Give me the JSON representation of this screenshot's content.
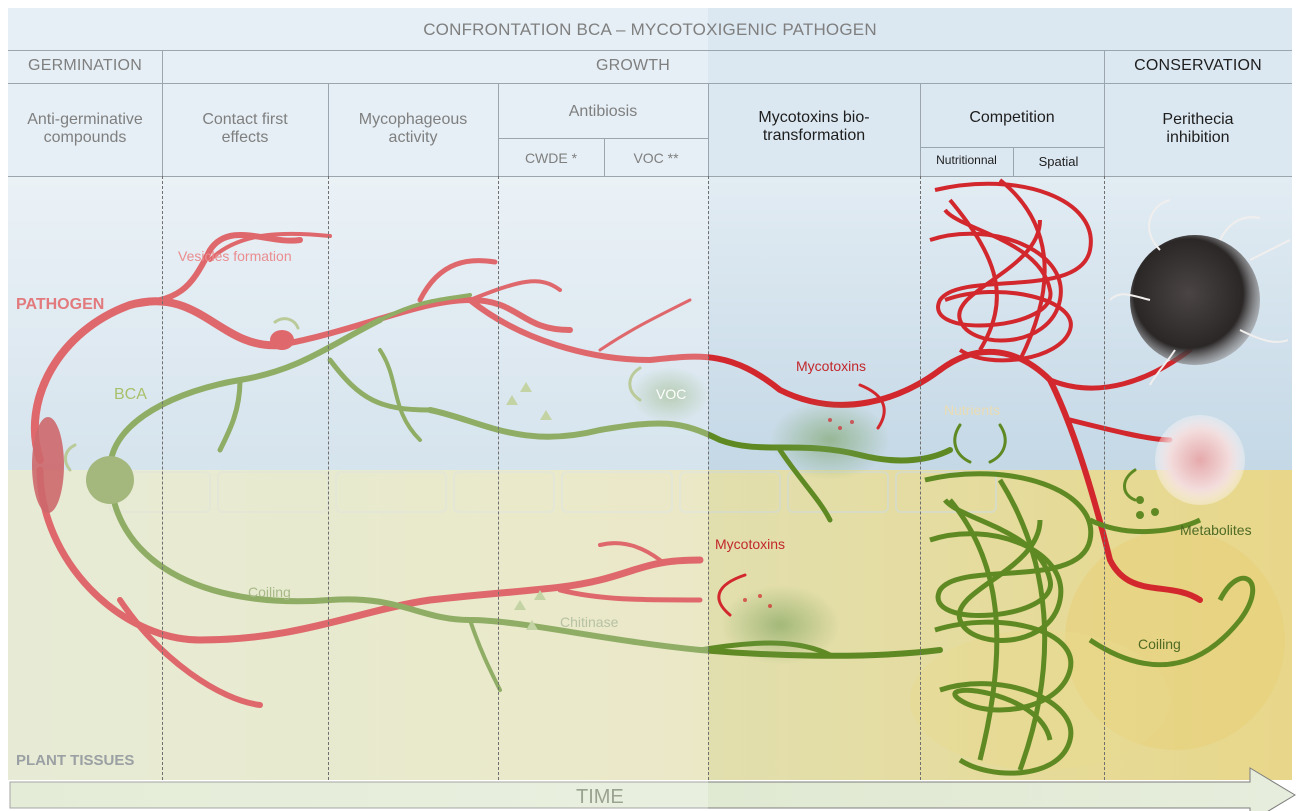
{
  "header": {
    "title": "CONFRONTATION BCA – MYCOTOXIGENIC PATHOGEN",
    "phases": {
      "germination": "GERMINATION",
      "growth": "GROWTH",
      "conservation": "CONSERVATION"
    },
    "mechanisms": {
      "anti_germinative": "Anti-germinative compounds",
      "contact": "Contact first effects",
      "mycophageous": "Mycophageous activity",
      "antibiosis": "Antibiosis",
      "cwde": "CWDE *",
      "voc": "VOC **",
      "biotransformation": "Mycotoxins bio-transformation",
      "competition": "Competition",
      "nutritional": "Nutritionnal",
      "spatial": "Spatial",
      "perithecia": "Perithecia inhibition"
    }
  },
  "labels": {
    "pathogen": "PATHOGEN",
    "bca": "BCA",
    "vesicles": "Vesicles formation",
    "voc_cloud": "VOC",
    "mycotoxins_upper": "Mycotoxins",
    "mycotoxins_lower": "Mycotoxins",
    "nutrients": "Nutrients",
    "metabolites": "Metabolites",
    "coiling_left": "Coiling",
    "coiling_right": "Coiling",
    "chitinase": "Chitinase",
    "plant_tissues": "PLANT TISSUES",
    "time": "TIME"
  },
  "colors": {
    "pathogen_red": "#d2282d",
    "bca_green": "#5f8a23",
    "air_blue": "#c9dbe9",
    "tissue_yellow": "#e2d596",
    "header_text": "#7f7f7f"
  }
}
